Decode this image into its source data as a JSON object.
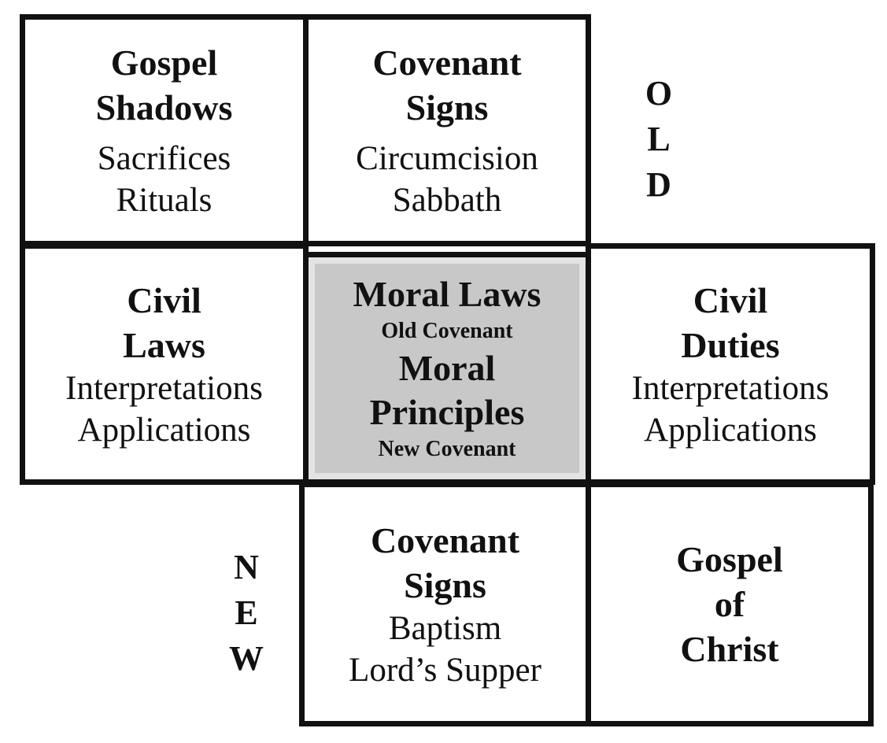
{
  "old_label": [
    "O",
    "L",
    "D"
  ],
  "new_label": [
    "N",
    "E",
    "W"
  ],
  "gospel_shadows": {
    "title": [
      "Gospel",
      "Shadows"
    ],
    "items": [
      "Sacrifices",
      "Rituals"
    ]
  },
  "covenant_signs_old": {
    "title": [
      "Covenant",
      "Signs"
    ],
    "items": [
      "Circumcision",
      "Sabbath"
    ]
  },
  "civil_laws": {
    "title": [
      "Civil",
      "Laws"
    ],
    "items": [
      "Interpretations",
      "Applications"
    ]
  },
  "moral_center": {
    "heading1": "Moral Laws",
    "sub1": "Old Covenant",
    "heading2": [
      "Moral",
      "Principles"
    ],
    "sub2": "New Covenant"
  },
  "civil_duties": {
    "title": [
      "Civil",
      "Duties"
    ],
    "items": [
      "Interpretations",
      "Applications"
    ]
  },
  "covenant_signs_new": {
    "title": [
      "Covenant",
      "Signs"
    ],
    "items": [
      "Baptism",
      "Lord’s Supper"
    ]
  },
  "gospel_of_christ": {
    "title": [
      "Gospel",
      "of",
      "Christ"
    ]
  }
}
